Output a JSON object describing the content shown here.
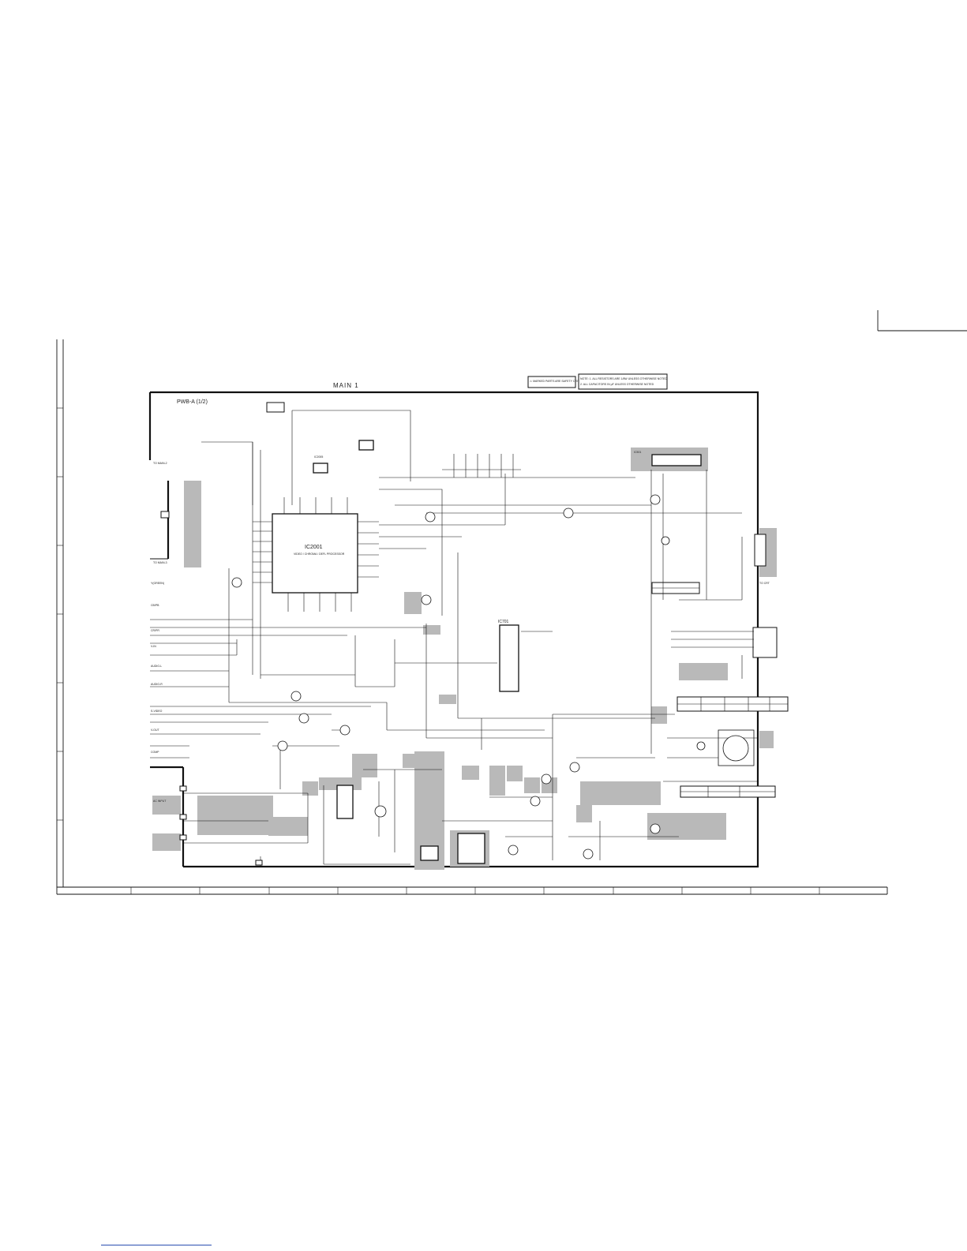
{
  "frame": {
    "title": "MAIN 1",
    "board_label": "PWB-A (1/2)",
    "notes": [
      "⚠ MARKED PARTS ARE SAFETY CRITICAL",
      "NOTE: 1. ALL RESISTORS ARE 1/8W UNLESS OTHERWISE NOTED",
      "2. ALL CAPACITORS IN µF UNLESS OTHERWISE NOTED"
    ]
  },
  "ics": {
    "main_ic_ref": "IC2001",
    "main_ic_desc": "VIDEO / CHROMA / DEFL PROCESSOR",
    "ic701_ref": "IC701",
    "ic_top_ref": "IC2005",
    "ic_right_ref": "IC501"
  },
  "connectors": {
    "left_top": "TO MAIN-2",
    "left_mid": "TO MAIN-3",
    "power_in": "AC INPUT",
    "right_conn": "TO CRT"
  },
  "side_labels": [
    "Y(GREEN)",
    "CB/PB",
    "CR/PR",
    "V-IN",
    "AUDIO-L",
    "AUDIO-R",
    "S-VIDEO",
    "V-OUT",
    "COMP"
  ]
}
